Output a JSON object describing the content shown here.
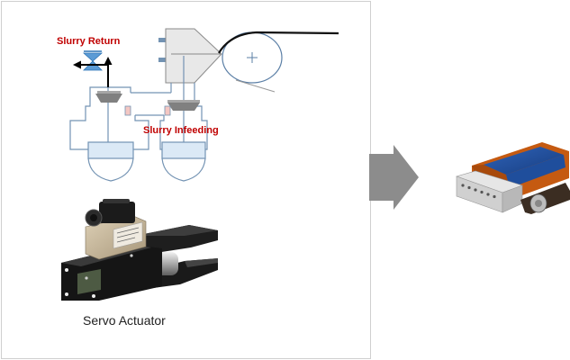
{
  "left_panel": {
    "coater_diagram": {
      "slurry_return_label": "Slurry Return",
      "slurry_infeeding_label": "Slurry Infeeding"
    },
    "servo_actuator": {
      "caption": "Servo Actuator"
    }
  },
  "colors": {
    "label_red": "#c00000",
    "caption_text": "#222222",
    "tank_outline": "#7393b3",
    "slurry_fill": "#dbe9f6",
    "valve_blue": "#5b9bd5",
    "piston_gray": "#808080",
    "flow_arrow_gray": "#8c8c8c",
    "coating_blue": "#1f4e9c",
    "frame_orange": "#c55a11"
  }
}
